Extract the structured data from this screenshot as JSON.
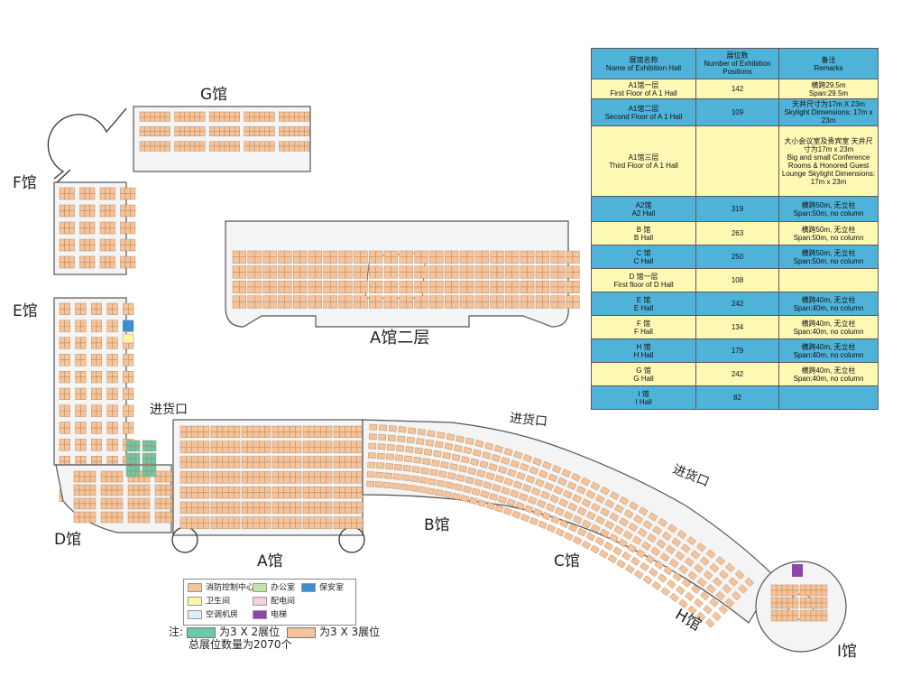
{
  "halls": {
    "a": "A馆",
    "a2": "A馆二层",
    "b": "B馆",
    "c": "C馆",
    "d": "D馆",
    "e": "E馆",
    "f": "F馆",
    "g": "G馆",
    "h": "H馆",
    "i": "I馆"
  },
  "loading": {
    "label": "进货口"
  },
  "table": {
    "headers": [
      {
        "cn": "展馆名称",
        "en": "Name of Exhibition Hall"
      },
      {
        "cn": "展位数",
        "en": "Number of Exhibition Positions"
      },
      {
        "cn": "备注",
        "en": "Remarks"
      }
    ],
    "rows": [
      {
        "name_cn": "A1馆一层",
        "name_en": "First Floor of A 1 Hall",
        "count": "142",
        "remark_cn": "横跨29.5m",
        "remark_en": "Span:29.5m",
        "color": "yellow"
      },
      {
        "name_cn": "A1馆二层",
        "name_en": "Second Floor of A 1 Hall",
        "count": "109",
        "remark_cn": "天井尺寸为17m X 23m",
        "remark_en": "Skylight Dimensions: 17m x 23m",
        "color": "blue"
      },
      {
        "name_cn": "A1馆三层",
        "name_en": "Third Floor of A 1 Hall",
        "count": "",
        "remark_cn": "大小会议室及贵宾室 天井尺寸为17m x 23m",
        "remark_en": "Big and small Conference Rooms & Honored Guest Lounge Skylight Dimensions: 17m x 23m",
        "color": "yellow"
      },
      {
        "name_cn": "A2馆",
        "name_en": "A2 Hall",
        "count": "319",
        "remark_cn": "横跨50m, 无立柱",
        "remark_en": "Span:50m, no column",
        "color": "blue"
      },
      {
        "name_cn": "B 馆",
        "name_en": "B Hall",
        "count": "263",
        "remark_cn": "横跨50m, 无立柱",
        "remark_en": "Span:50m, no column",
        "color": "yellow"
      },
      {
        "name_cn": "C 馆",
        "name_en": "C Hall",
        "count": "250",
        "remark_cn": "横跨50m, 无立柱",
        "remark_en": "Span:50m, no column",
        "color": "blue"
      },
      {
        "name_cn": "D 馆一层",
        "name_en": "First floor of D Hall",
        "count": "108",
        "remark_cn": "",
        "remark_en": "",
        "color": "yellow"
      },
      {
        "name_cn": "E 馆",
        "name_en": "E Hall",
        "count": "242",
        "remark_cn": "横跨40m, 无立柱",
        "remark_en": "Span:40m, no column",
        "color": "blue"
      },
      {
        "name_cn": "F 馆",
        "name_en": "F Hall",
        "count": "134",
        "remark_cn": "横跨40m, 无立柱",
        "remark_en": "Span:40m, no column",
        "color": "yellow"
      },
      {
        "name_cn": "H 馆",
        "name_en": "H Hall",
        "count": "179",
        "remark_cn": "横跨40m, 无立柱",
        "remark_en": "Span:40m, no column",
        "color": "blue"
      },
      {
        "name_cn": "G 馆",
        "name_en": "G Hall",
        "count": "242",
        "remark_cn": "横跨40m, 无立柱",
        "remark_en": "Span:40m, no column",
        "color": "yellow"
      },
      {
        "name_cn": "I 馆",
        "name_en": "I Hall",
        "count": "82",
        "remark_cn": "",
        "remark_en": "",
        "color": "blue"
      }
    ]
  },
  "legend": {
    "fire": "消防控制中心",
    "office": "办公室",
    "security": "保安室",
    "toilet": "卫生间",
    "power": "配电间",
    "ac": "空调机房",
    "elevator": "电梯"
  },
  "note": {
    "prefix": "注:",
    "booth32": "为3 X 2展位",
    "booth33": "为3 X 3展位",
    "total": "总展位数量为2070个"
  },
  "colors": {
    "booth": "#f5c49a",
    "booth_line": "#b07a50",
    "booth32": "#6cc9a6",
    "table_blue": "#4fb3d9",
    "table_yellow": "#fdf8b4",
    "fire": "#f5c49a",
    "office": "#bfe3a8",
    "security": "#3a8fd0",
    "toilet": "#fdf6a6",
    "power": "#f6d0e0",
    "ac": "#d8f0f6",
    "elevator": "#8e44ad"
  }
}
